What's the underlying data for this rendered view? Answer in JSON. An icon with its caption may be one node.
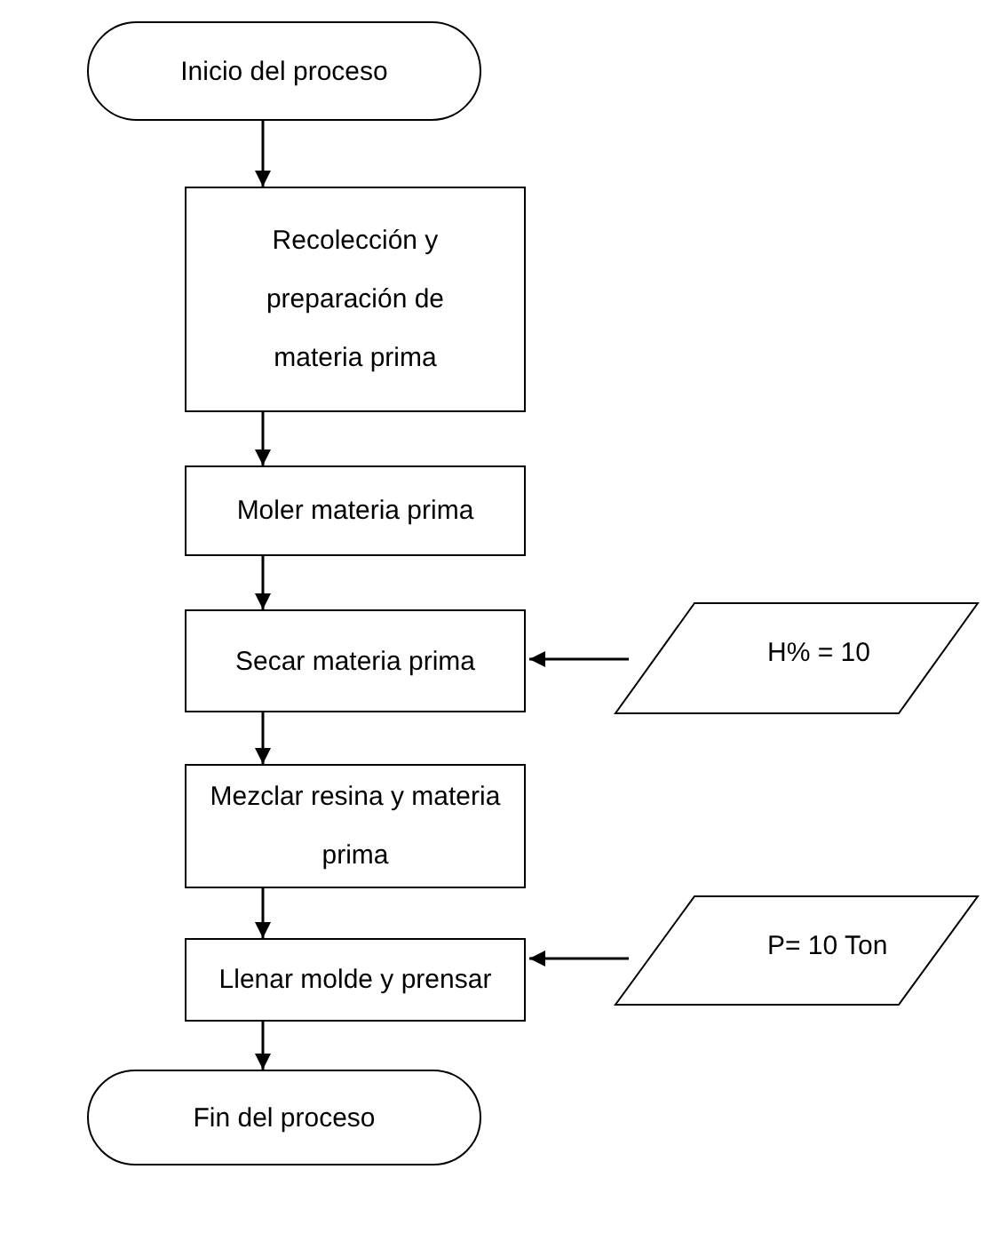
{
  "diagram": {
    "nodes": [
      {
        "text": [
          "Inicio del proceso"
        ]
      },
      {
        "text": [
          "Recolección y preparación de materia prima"
        ]
      },
      {
        "text": [
          "Moler materia prima"
        ]
      },
      {
        "text": [
          "Secar materia prima"
        ]
      },
      {
        "text": [
          "H% = 10"
        ]
      },
      {
        "text": [
          "Mezclar resina y materia prima"
        ]
      },
      {
        "text": [
          "Llenar molde y prensar"
        ]
      },
      {
        "text": [
          "P= 10  Ton"
        ]
      },
      {
        "text": [
          "Fin del proceso"
        ]
      }
    ],
    "edges": [
      {
        "from": 0,
        "to": 1,
        "arrow": "to"
      },
      {
        "from": 1,
        "to": 2,
        "arrow": "to"
      },
      {
        "from": 2,
        "to": 3,
        "arrow": "to"
      },
      {
        "from": 4,
        "to": 3,
        "arrow": "to"
      },
      {
        "from": 3,
        "to": 5,
        "arrow": "to"
      },
      {
        "from": 5,
        "to": 6,
        "arrow": "to"
      },
      {
        "from": 7,
        "to": 6,
        "arrow": "to"
      },
      {
        "from": 6,
        "to": 8,
        "arrow": "to"
      }
    ]
  }
}
